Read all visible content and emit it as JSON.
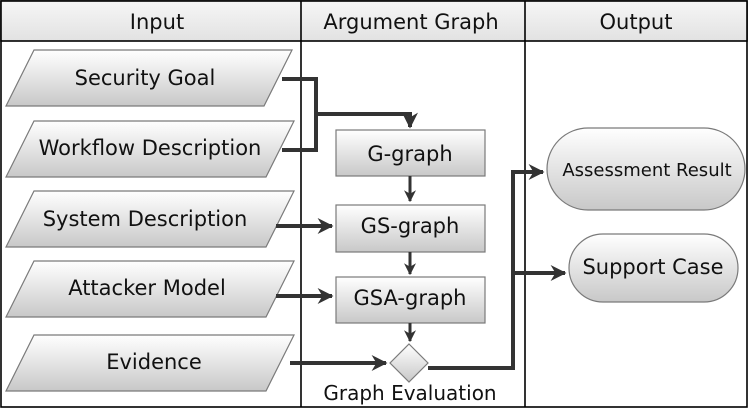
{
  "lanes": {
    "input": "Input",
    "argument_graph": "Argument Graph",
    "output": "Output"
  },
  "inputs": {
    "security_goal": "Security Goal",
    "workflow_description": "Workflow Description",
    "system_description": "System Description",
    "attacker_model": "Attacker Model",
    "evidence": "Evidence"
  },
  "graphs": {
    "g_graph": "G-graph",
    "gs_graph": "GS-graph",
    "gsa_graph": "GSA-graph",
    "graph_evaluation": "Graph Evaluation"
  },
  "outputs": {
    "assessment_result": "Assessment Result",
    "support_case": "Support Case"
  },
  "colors": {
    "shape_fill_top": "#ffffff",
    "shape_fill_bottom": "#c8c8c8",
    "header_fill": "#ebebeb",
    "connector": "#333333"
  }
}
